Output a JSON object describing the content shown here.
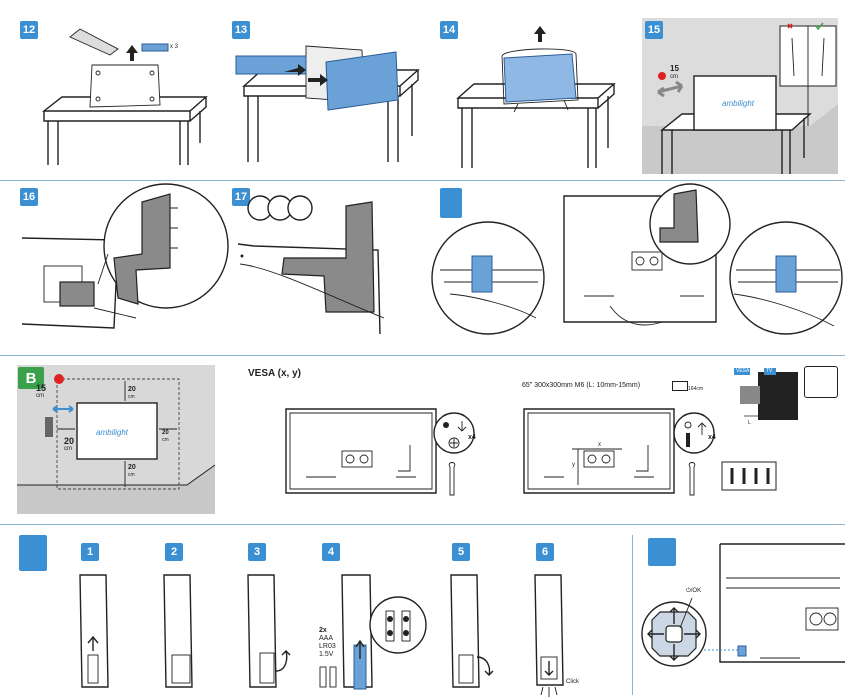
{
  "steps": {
    "s12": "12",
    "s13": "13",
    "s14": "14",
    "s15": "15",
    "s16": "16",
    "s17": "17",
    "b": "B",
    "r1": "1",
    "r2": "2",
    "r3": "3",
    "r4": "4",
    "r5": "5",
    "r6": "6"
  },
  "step12": {
    "qty": "x 3"
  },
  "step15": {
    "distance": "15",
    "unit": "cm"
  },
  "wall": {
    "side_distance": "15",
    "side_unit": "cm",
    "top": "20",
    "top_unit": "cm",
    "left": "20",
    "left_unit": "cm",
    "right": "20",
    "right_unit": "cm",
    "bottom": "20",
    "bottom_unit": "cm",
    "logo": "ambilight"
  },
  "tv_logo": "ambilight",
  "vesa": {
    "title": "VESA (x, y)",
    "spec": "65\"  300x300mm M6 (L: 10mm-15mm)",
    "diag": "164cm",
    "screw_count_left": "x4",
    "screw_count_right": "x4",
    "x_label": "x",
    "y_label": "y",
    "tag_vesa": "VESA",
    "tag_tv": "TV",
    "l_label": "L"
  },
  "batteries": {
    "count": "2x",
    "type": "AAA",
    "code": "LR03",
    "voltage": "1.5V"
  },
  "remote_click": "Click",
  "joystick": {
    "power_ok": "⏻/OK"
  },
  "colors": {
    "accent": "#3b8fd3",
    "green": "#3aa14a",
    "separator": "#8ab6d6",
    "panel": "#6aa2d8"
  }
}
